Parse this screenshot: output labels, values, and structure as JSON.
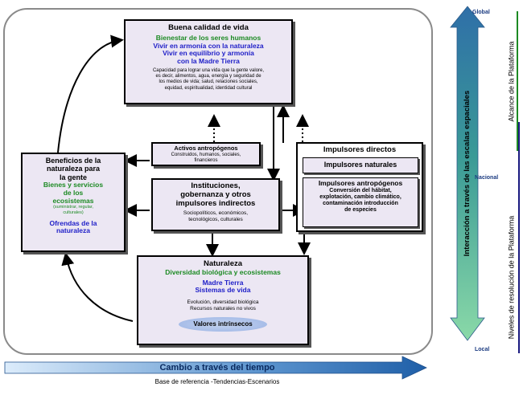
{
  "quality_box": {
    "title": "Buena calidad de vida",
    "green": "Bienestar de los seres humanos",
    "blue1": "Vivir en armonía con la naturaleza",
    "blue2": "Vivir en equilibrio y armonía",
    "blue3": "con la Madre Tierra",
    "desc1": "Capacidad para lograr una vida que la gente valore,",
    "desc2": "es decir, alimentos, agua, energía y seguridad de",
    "desc3": "los medios de vida; salud, relaciones sociales,",
    "desc4": "equidad, espiritualidad, identidad cultural"
  },
  "benefits_box": {
    "title1": "Beneficios de la",
    "title2": "naturaleza para",
    "title3": "la gente",
    "green1": "Bienes y servicios",
    "green2": "de los",
    "green3": "ecosistemas",
    "small1": "(suministrar, regular,",
    "small2": "culturales)",
    "blue1": "Ofrendas de la",
    "blue2": "naturaleza"
  },
  "assets_box": {
    "title": "Activos antropógenos",
    "desc1": "Construidos, humanos, sociales,",
    "desc2": "financieros"
  },
  "institutions_box": {
    "title1": "Instituciones,",
    "title2": "gobernanza y otros",
    "title3": "impulsores indirectos",
    "desc1": "Sociopolíticos, económicos,",
    "desc2": "tecnológicos, culturales"
  },
  "drivers_box": {
    "title": "Impulsores directos",
    "natural": "Impulsores naturales",
    "anthro_title": "Impulsores antropógenos",
    "anthro1": "Conversión del hábitat,",
    "anthro2": "explotación, cambio climático,",
    "anthro3": "contaminación introducción",
    "anthro4": "de especies"
  },
  "nature_box": {
    "title": "Naturaleza",
    "green": "Diversidad biológica y ecosistemas",
    "blue1": "Madre Tierra",
    "blue2": "Sistemas de vida",
    "desc1": "Evolución, diversidad biológica",
    "desc2": "Recursos naturales no vivos",
    "valores": "Valores intrínsecos"
  },
  "time_axis": {
    "label": "Cambio a través del tiempo",
    "sublabel": "Base de referencia  -Tendencias-Escenarios"
  },
  "scale_axis": {
    "label": "Interacción a través de las escalas espaciales",
    "top": "Global",
    "middle": "Nacional",
    "bottom": "Local"
  },
  "platform": {
    "scope": "Alcance de la Plataforma",
    "resolution": "Niveles de resolución de la Plataforma"
  },
  "colors": {
    "box_fill": "#ece7f3",
    "green_text": "#1c8a23",
    "blue_text": "#2020c8",
    "time_arrow": "#1f5fa8",
    "scale_arrow_top": "#2f6fa8",
    "scale_arrow_bottom": "#8ad9a8"
  }
}
